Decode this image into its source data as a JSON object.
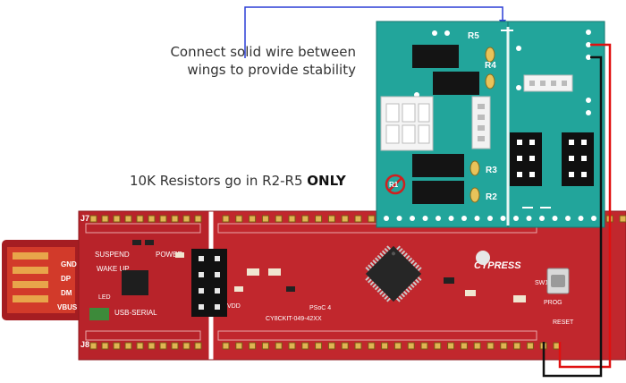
{
  "annotations": {
    "wire_note_line1": "Connect solid wire between",
    "wire_note_line2": "wings to provide stability",
    "resistor_note_prefix": "10K Resistors go in R2-R5 ",
    "resistor_note_emphasis": "ONLY"
  },
  "main_board": {
    "header_top": "J7",
    "header_bottom": "J8",
    "model": "CY8CKIT-049-42XX",
    "psoc": "PSoC 4",
    "brand": "CYPRESS",
    "usb_pins": [
      "GND",
      "DP",
      "DM",
      "VBUS"
    ],
    "usb_labels": [
      "SUSPEND",
      "WAKE UP",
      "USB-SERIAL"
    ],
    "power_label": "POWER",
    "misc_labels": [
      "SW1",
      "PROG",
      "VDD",
      "RESET",
      "LED"
    ]
  },
  "shield": {
    "resistors": [
      "R5",
      "R4",
      "R3",
      "R2",
      "R1"
    ]
  },
  "colors": {
    "board_red": "#c1272d",
    "shield_teal": "#22a59b",
    "wire_blue": "#2c3fd6",
    "wire_red": "#e01010",
    "wire_black": "#111111"
  }
}
